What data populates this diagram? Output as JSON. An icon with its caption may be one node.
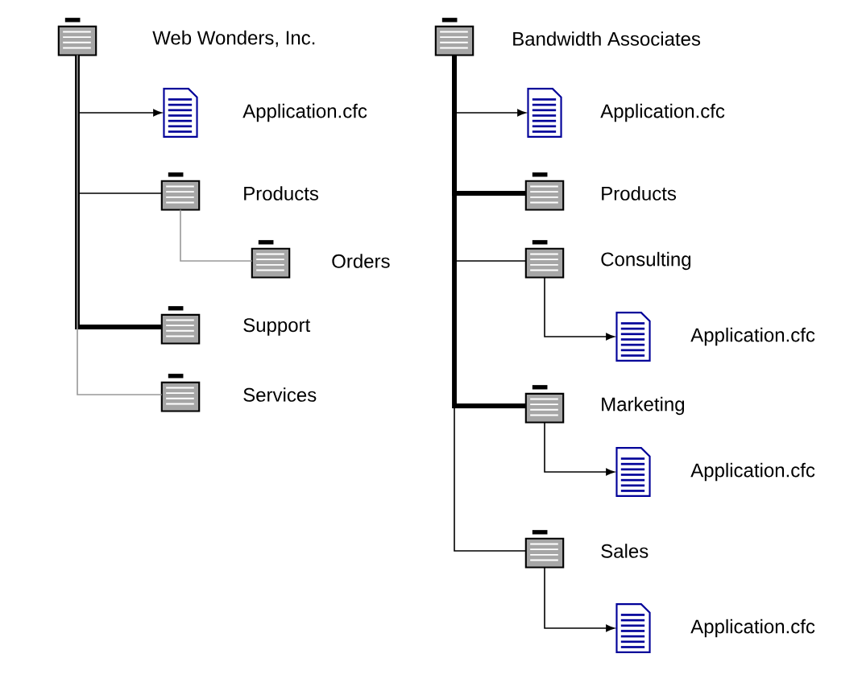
{
  "diagram": {
    "nodes": [
      {
        "text": [
          "Web Wonders, Inc."
        ]
      },
      {
        "text": [
          "Application.cfc"
        ]
      },
      {
        "text": [
          "Products"
        ]
      },
      {
        "text": [
          "Orders"
        ]
      },
      {
        "text": [
          "Support"
        ]
      },
      {
        "text": [
          "Services"
        ]
      },
      {
        "text": [
          "Bandwidth Associates"
        ]
      },
      {
        "text": [
          "Application.cfc"
        ]
      },
      {
        "text": [
          "Products"
        ]
      },
      {
        "text": [
          "Consulting"
        ]
      },
      {
        "text": [
          "Application.cfc"
        ]
      },
      {
        "text": [
          "Marketing"
        ]
      },
      {
        "text": [
          "Application.cfc"
        ]
      },
      {
        "text": [
          "Sales"
        ]
      },
      {
        "text": [
          "Application.cfc"
        ]
      }
    ],
    "edges": [
      {
        "from": 0,
        "to": 1,
        "arrow": "to"
      },
      {
        "from": 0,
        "to": 2,
        "arrow": "none"
      },
      {
        "from": 2,
        "to": 3,
        "arrow": "none",
        "color": "#999999"
      },
      {
        "from": 0,
        "to": 4,
        "arrow": "none",
        "style": "thick"
      },
      {
        "from": 0,
        "to": 5,
        "arrow": "none",
        "color": "#999999"
      },
      {
        "from": 6,
        "to": 7,
        "arrow": "to"
      },
      {
        "from": 6,
        "to": 8,
        "arrow": "none",
        "style": "thick"
      },
      {
        "from": 6,
        "to": 9,
        "arrow": "none"
      },
      {
        "from": 9,
        "to": 10,
        "arrow": "to"
      },
      {
        "from": 6,
        "to": 11,
        "arrow": "none",
        "style": "thick"
      },
      {
        "from": 11,
        "to": 12,
        "arrow": "to"
      },
      {
        "from": 6,
        "to": 13,
        "arrow": "none"
      },
      {
        "from": 13,
        "to": 14,
        "arrow": "to"
      }
    ]
  }
}
